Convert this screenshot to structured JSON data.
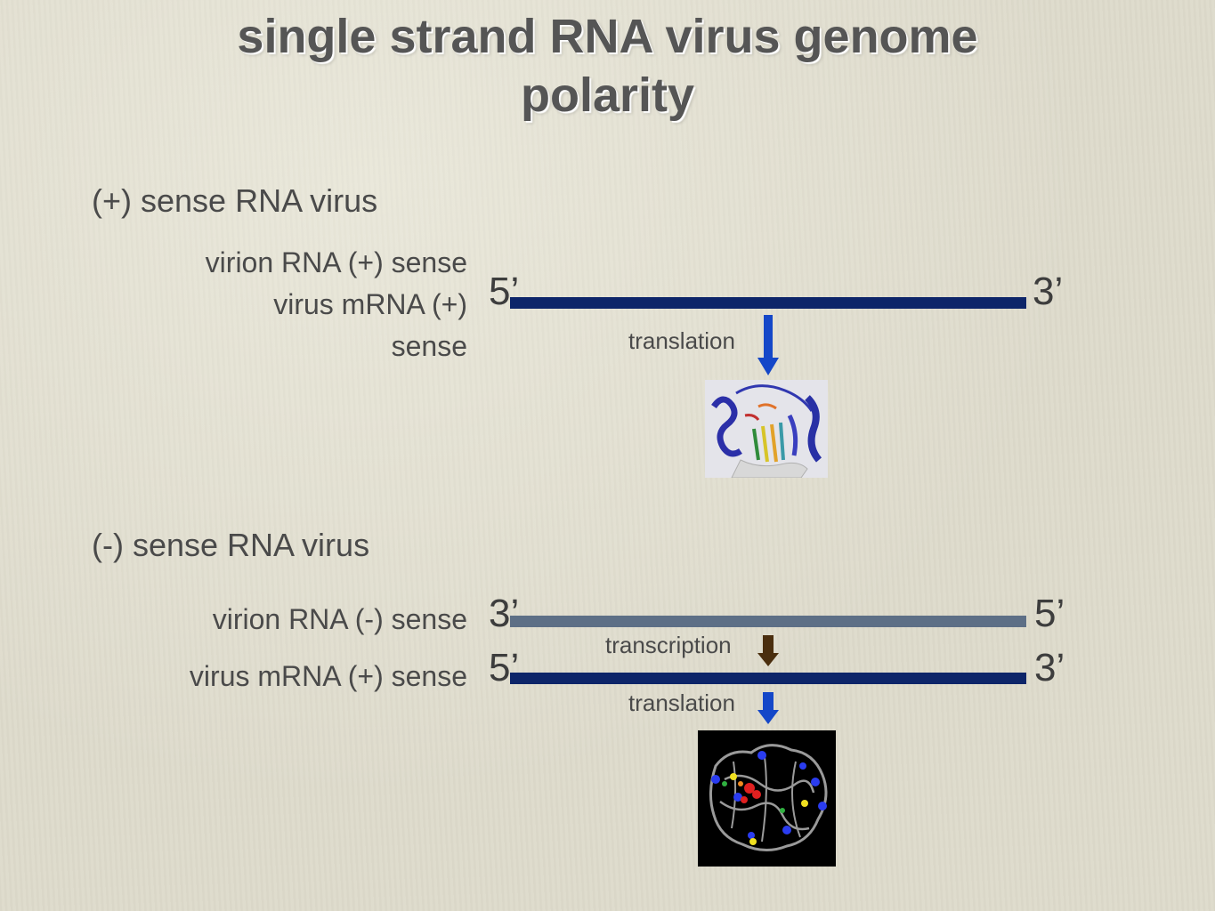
{
  "title": {
    "line1": "single strand RNA virus genome",
    "line2": "polarity"
  },
  "plus_section": {
    "heading": "(+) sense RNA virus",
    "virion_label": "virion RNA (+) sense",
    "mrna_label_line1": "virus mRNA (+)",
    "mrna_label_line2": "sense",
    "strand_left_end": "5’",
    "strand_right_end": "3’",
    "arrow_label": "translation"
  },
  "minus_section": {
    "heading": "(-) sense RNA virus",
    "virion_label": "virion RNA (-) sense",
    "mrna_label": "virus mRNA (+) sense",
    "virion_left_end": "3’",
    "virion_right_end": "5’",
    "mrna_left_end": "5’",
    "mrna_right_end": "3’",
    "transcription_label": "transcription",
    "translation_label": "translation"
  },
  "colors": {
    "plus_strand": "#0d2569",
    "minus_strand": "#5d6f86",
    "translation_arrow": "#1447c8",
    "transcription_arrow": "#4a2e0e"
  }
}
